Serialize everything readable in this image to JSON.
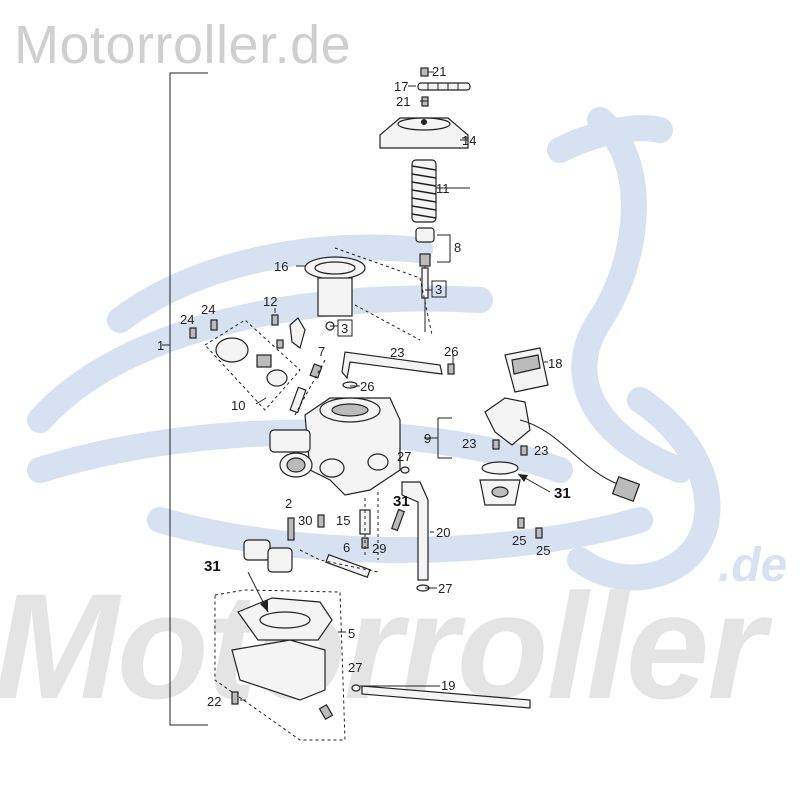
{
  "watermark": {
    "top_text": "Motorroller.de",
    "big_text": "Motorroller",
    "suffix_text": ".de"
  },
  "colors": {
    "logo_blue": "#d6e2f1",
    "watermark_gray": "#e4e4e4",
    "line": "#222222"
  },
  "callouts": {
    "c1": "1",
    "c2": "2",
    "c3a": "3",
    "c3b": "3",
    "c5": "5",
    "c6": "6",
    "c7": "7",
    "c8": "8",
    "c9": "9",
    "c10": "10",
    "c11": "11",
    "c12": "12",
    "c14": "14",
    "c15": "15",
    "c16": "16",
    "c17": "17",
    "c18": "18",
    "c19": "19",
    "c20": "20",
    "c21a": "21",
    "c21b": "21",
    "c22": "22",
    "c23a": "23",
    "c23b": "23",
    "c23c": "23",
    "c24a": "24",
    "c24b": "24",
    "c25a": "25",
    "c25b": "25",
    "c26a": "26",
    "c26b": "26",
    "c27a": "27",
    "c27b": "27",
    "c27c": "27",
    "c29": "29",
    "c30": "30",
    "c31a": "31",
    "c31b": "31",
    "c31c": "31"
  }
}
